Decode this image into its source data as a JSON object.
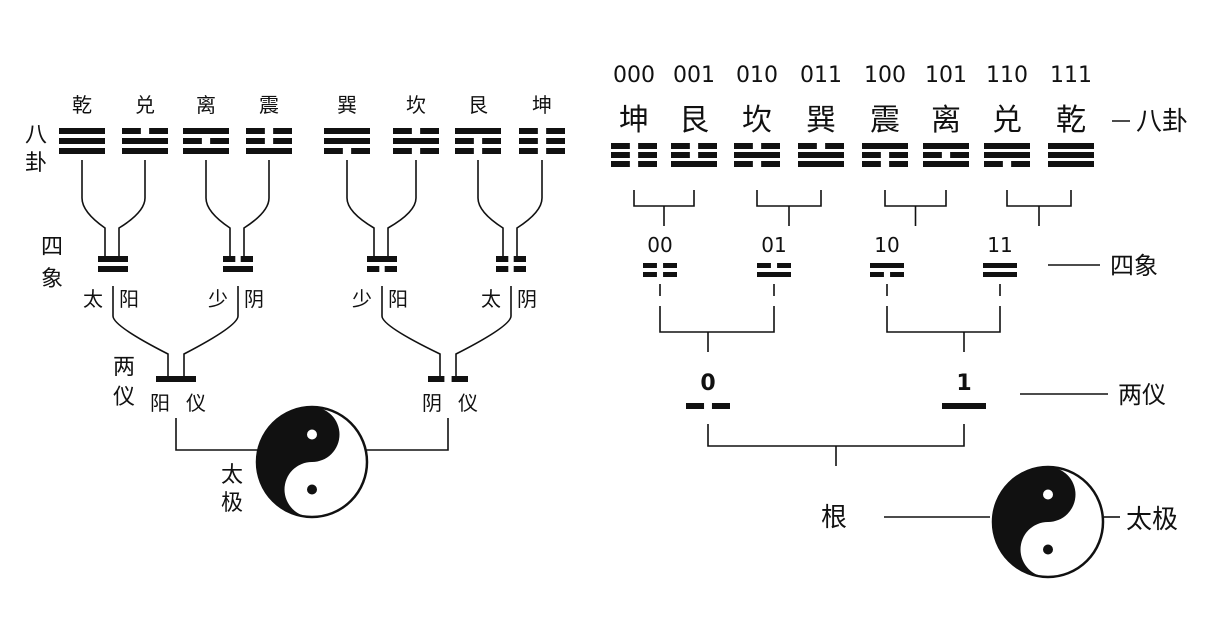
{
  "left_tree": {
    "bagua_label": "八卦",
    "sixiang_label": "四象",
    "liangyi_label": "两仪",
    "taiji_label": "太极",
    "trigrams": [
      {
        "name": "乾",
        "lines": [
          1,
          1,
          1
        ]
      },
      {
        "name": "兑",
        "lines": [
          0,
          1,
          1
        ]
      },
      {
        "name": "离",
        "lines": [
          1,
          0,
          1
        ]
      },
      {
        "name": "震",
        "lines": [
          0,
          0,
          1
        ]
      },
      {
        "name": "巽",
        "lines": [
          1,
          1,
          0
        ]
      },
      {
        "name": "坎",
        "lines": [
          0,
          1,
          0
        ]
      },
      {
        "name": "艮",
        "lines": [
          1,
          0,
          0
        ]
      },
      {
        "name": "坤",
        "lines": [
          0,
          0,
          0
        ]
      }
    ],
    "sixiang": [
      {
        "left": "太",
        "right": "阳",
        "lines": [
          1,
          1
        ]
      },
      {
        "left": "少",
        "right": "阴",
        "lines": [
          0,
          1
        ]
      },
      {
        "left": "少",
        "right": "阳",
        "lines": [
          1,
          0
        ]
      },
      {
        "left": "太",
        "right": "阴",
        "lines": [
          0,
          0
        ]
      }
    ],
    "liangyi": [
      {
        "left": "阳",
        "right": "仪",
        "lines": [
          1
        ]
      },
      {
        "left": "阴",
        "right": "仪",
        "lines": [
          0
        ]
      }
    ]
  },
  "right_tree": {
    "bagua_label": "八卦",
    "sixiang_label": "四象",
    "liangyi_label": "两仪",
    "taiji_label": "太极",
    "root_label": "根",
    "trigrams": [
      {
        "code": "000",
        "name": "坤",
        "lines": [
          0,
          0,
          0
        ]
      },
      {
        "code": "001",
        "name": "艮",
        "lines": [
          0,
          0,
          1
        ]
      },
      {
        "code": "010",
        "name": "坎",
        "lines": [
          0,
          1,
          0
        ]
      },
      {
        "code": "011",
        "name": "巽",
        "lines": [
          0,
          1,
          1
        ]
      },
      {
        "code": "100",
        "name": "震",
        "lines": [
          1,
          0,
          0
        ]
      },
      {
        "code": "101",
        "name": "离",
        "lines": [
          1,
          0,
          1
        ]
      },
      {
        "code": "110",
        "name": "兑",
        "lines": [
          1,
          1,
          0
        ]
      },
      {
        "code": "111",
        "name": "乾",
        "lines": [
          1,
          1,
          1
        ]
      }
    ],
    "sixiang": [
      {
        "code": "00",
        "lines": [
          0,
          0
        ]
      },
      {
        "code": "01",
        "lines": [
          0,
          1
        ]
      },
      {
        "code": "10",
        "lines": [
          1,
          0
        ]
      },
      {
        "code": "11",
        "lines": [
          1,
          1
        ]
      }
    ],
    "liangyi": [
      {
        "code": "0",
        "lines": [
          0
        ]
      },
      {
        "code": "1",
        "lines": [
          1
        ]
      }
    ]
  }
}
